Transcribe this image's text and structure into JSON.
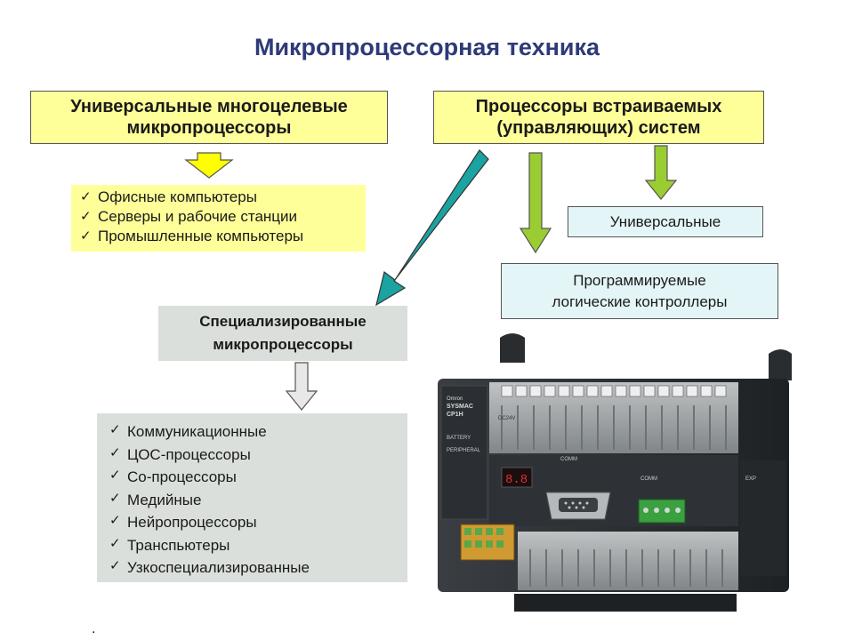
{
  "title": "Микропроцессорная техника",
  "box_universal_multi": {
    "line1": "Универсальные многоцелевые",
    "line2": "микропроцессоры"
  },
  "box_embedded": {
    "line1": "Процессоры встраиваемых",
    "line2": "(управляющих) систем"
  },
  "list_universal": {
    "check": "✓",
    "items": [
      "Офисные компьютеры",
      "Серверы и рабочие станции",
      "Промышленные компьютеры"
    ]
  },
  "box_universal": {
    "label": "Универсальные"
  },
  "box_plc": {
    "line1": "Программируемые",
    "line2": "логические контроллеры"
  },
  "box_specialized": {
    "line1": "Специализированные",
    "line2": "микропроцессоры"
  },
  "list_specialized": {
    "check": "✓",
    "items": [
      "Коммуникационные",
      "ЦОС-процессоры",
      "Со-процессоры",
      "Медийные",
      "Нейропроцессоры",
      "Транспьютеры",
      "Узкоспециализированные"
    ]
  },
  "device": {
    "brand": "Omron",
    "model": "SYSMAC",
    "model2": "CP1H",
    "battery": "BATTERY",
    "peripheral": "PERIPHERAL",
    "comm1": "COMM",
    "comm2": "COMM",
    "exp": "EXP",
    "voltage": "DC24V"
  },
  "footer_dot": ".",
  "colors": {
    "title": "#2e3a78",
    "yellow_box": "#ffff99",
    "cyan_box": "#e4f5f7",
    "gray_box": "#dadfdc",
    "arrow_yellow": "#ffff00",
    "arrow_green": "#9acd32",
    "arrow_teal": "#1aa3a0",
    "arrow_gray": "#e8e8e8"
  }
}
